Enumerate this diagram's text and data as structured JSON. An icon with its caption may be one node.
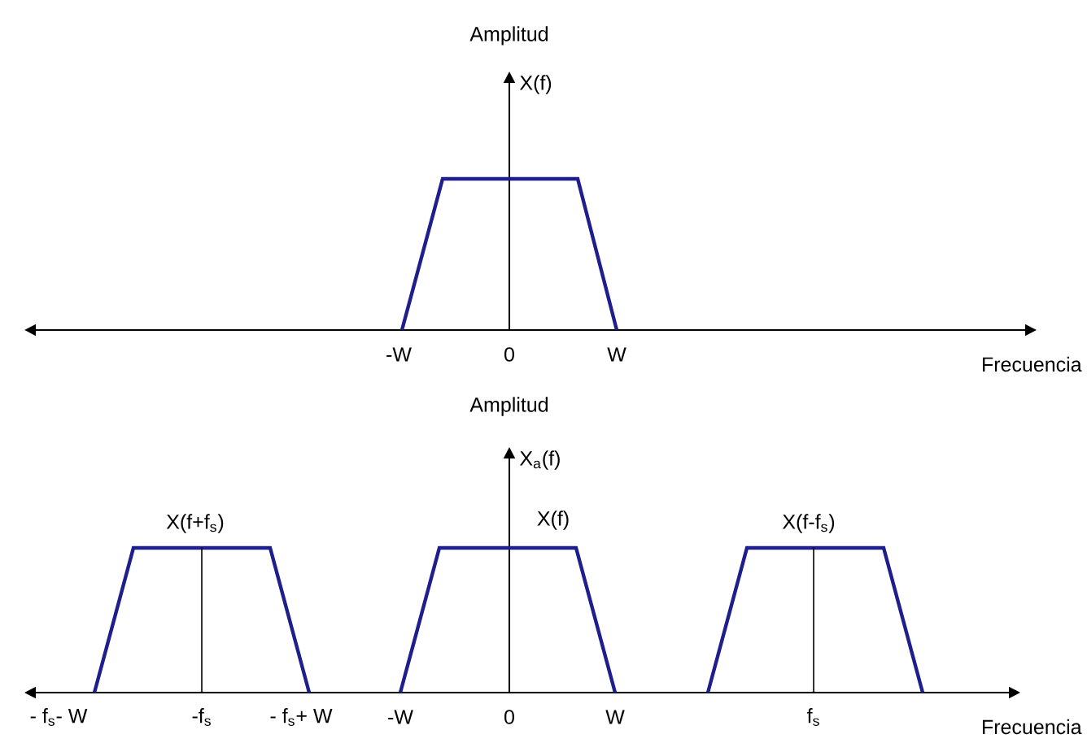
{
  "diagram": {
    "labels": [
      "Amplitud",
      "X(f)",
      "-W",
      "0",
      "W",
      "Frecuencia",
      "Amplitud",
      "X$_{a}$(f)",
      "X(f+f$_{s}$)",
      "X(f)",
      "X(f-f$_{s}$)",
      "- f$_{s}$- W",
      "-f$_{s}$",
      "- f$_{s}$+ W",
      "-W",
      "0",
      "W",
      "f$_{s}$",
      "Frecuencia"
    ]
  }
}
